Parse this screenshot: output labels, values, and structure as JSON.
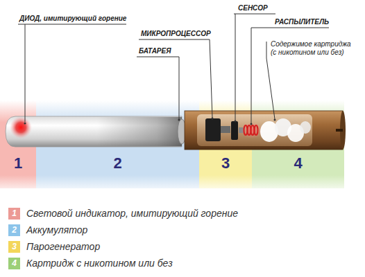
{
  "diagram": {
    "nodes": [
      {
        "text": [
          "1"
        ]
      },
      {
        "text": [
          "2"
        ]
      },
      {
        "text": [
          "3"
        ]
      },
      {
        "text": [
          "4"
        ]
      }
    ],
    "labels": [
      "ДИОД, имитирующий горение",
      "МИКРОПРОЦЕССОР",
      "БАТАРЕЯ",
      "СЕНСОР",
      "РАСПЫЛИТЕЛЬ",
      "Содержимое картриджа (с никотином или без)",
      "1",
      "2",
      "3",
      "4"
    ],
    "legend": [
      {
        "text": "Световой индикатор, имитирующий горение",
        "color": "#ec9a95"
      },
      {
        "text": "Аккумулятор",
        "color": "#8cc4ea"
      },
      {
        "text": "Парогенератор",
        "color": "#f3d65a"
      },
      {
        "text": "Картридж с никотином или без",
        "color": "#9ccf78"
      }
    ]
  }
}
